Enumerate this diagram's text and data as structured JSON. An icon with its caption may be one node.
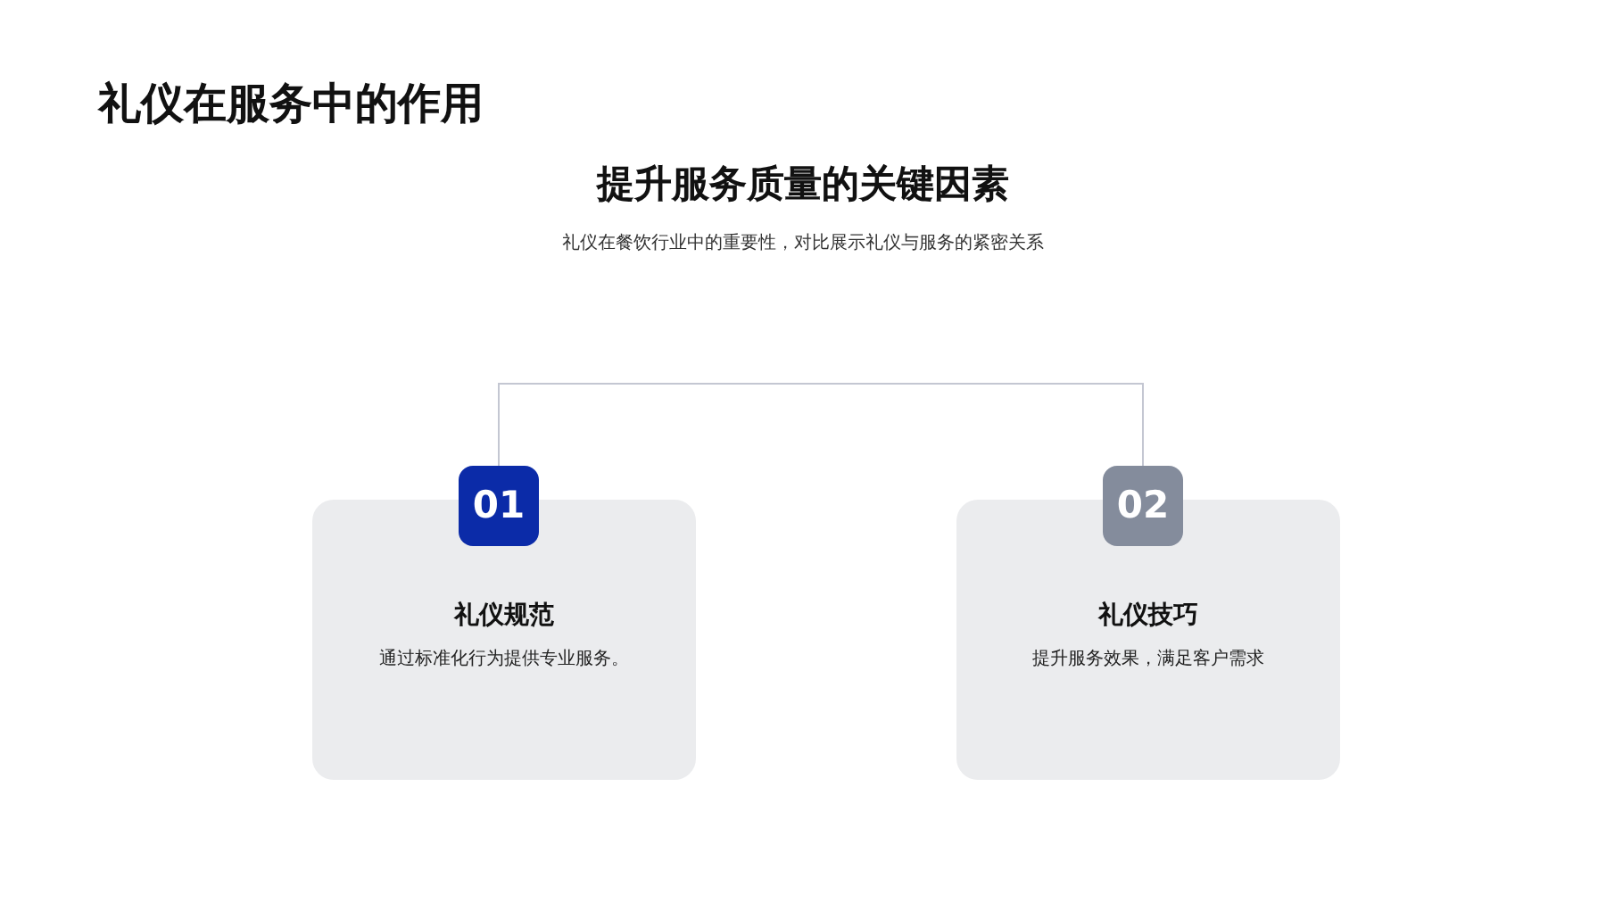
{
  "diagram": {
    "title": "礼仪在服务中的作用",
    "nodes": [
      {
        "text": [
          "01"
        ]
      },
      {
        "text": [
          "礼仪规范",
          "通过标准化行为提供专业服务。"
        ]
      },
      {
        "text": [
          "02"
        ]
      },
      {
        "text": [
          "礼仪技巧",
          "提升服务效果，满足客户需求"
        ]
      }
    ],
    "edges": [
      {
        "from": 0,
        "to": 2,
        "arrow": "none"
      }
    ],
    "labels": [
      "提升服务质量的关键因素",
      "礼仪在餐饮行业中的重要性，对比展示礼仪与服务的紧密关系"
    ]
  }
}
